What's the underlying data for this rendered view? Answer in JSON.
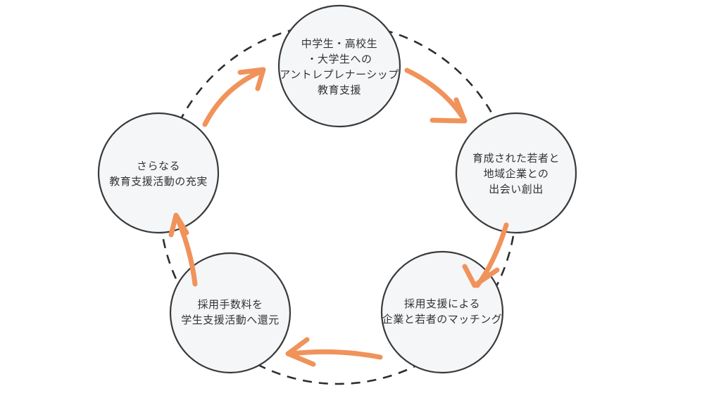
{
  "diagram": {
    "name": "education-support-cycle-diagram",
    "nodes": [
      {
        "id": "top",
        "lines": [
          "中学生・高校生",
          "・大学生への",
          "アントレプレナーシップ",
          "教育支援"
        ]
      },
      {
        "id": "right",
        "lines": [
          "育成された若者と",
          "地域企業との",
          "出会い創出"
        ]
      },
      {
        "id": "bottom-right",
        "lines": [
          "採用支援による",
          "企業と若者のマッチング"
        ]
      },
      {
        "id": "bottom-left",
        "lines": [
          "採用手数料を",
          "学生支援活動へ還元"
        ]
      },
      {
        "id": "left",
        "lines": [
          "さらなる",
          "教育支援活動の充実"
        ]
      }
    ],
    "flow": [
      "top → right",
      "right → bottom-right",
      "bottom-right → bottom-left",
      "bottom-left → left",
      "left → top"
    ],
    "colors": {
      "background": "#FFFFFF",
      "arrow": "#F0935B",
      "circle_fill": "#F5F6F8",
      "circle_stroke": "#3A3A3A",
      "dashed_ring": "#2E2E2E",
      "text": "#333333"
    }
  }
}
